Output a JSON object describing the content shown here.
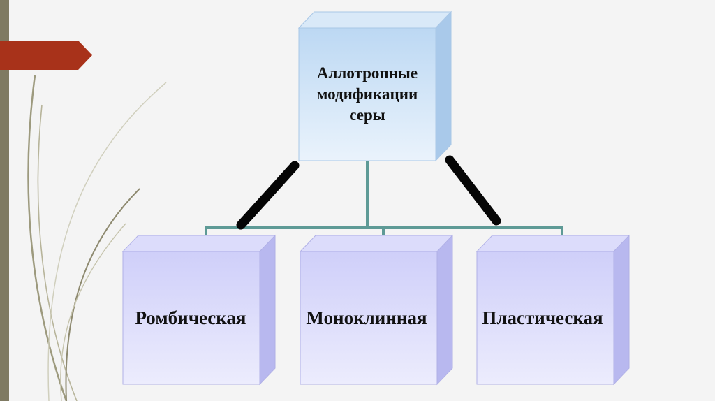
{
  "diagram": {
    "root": "Аллотропные модификации серы",
    "children": [
      "Ромбическая",
      "Моноклинная",
      "Пластическая"
    ]
  },
  "colors": {
    "accent_tab": "#a8321a",
    "left_bar": "#7f7a62",
    "connector": "#5e9a96",
    "child_box": "#d6d6fa",
    "root_box": "#cfe3f7"
  }
}
